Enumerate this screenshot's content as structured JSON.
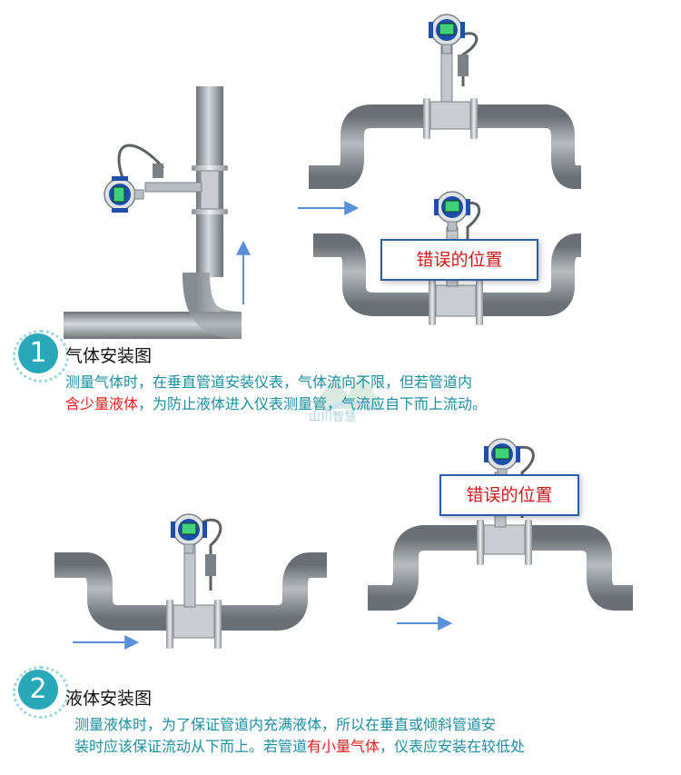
{
  "section1": {
    "number": "1",
    "title": "气体安装图",
    "line1": "测量气体时，在垂直管道安装仪表，气体流向不限，但若管道内",
    "line2_highlight": "含少量液体",
    "line2_rest": "，为防止液体进入仪表测量管，气流应自下而上流动。"
  },
  "section2": {
    "number": "2",
    "title": "液体安装图",
    "line1": "测量液体时，为了保证管道内充满液体，所以在垂直或倾斜管道安",
    "line2_start": "装时应该保证流动从下而上。若管道",
    "line2_highlight": "有小量气体",
    "line2_rest": "，仪表应安装在较低处"
  },
  "labels": {
    "error_top": "错误的位置",
    "error_bottom": "错误的位置"
  },
  "watermark": "山川智慧",
  "colors": {
    "teal_text": "#1c8fa0",
    "highlight": "#e02020",
    "arrow": "#5b8fd8",
    "pipe": "#8f959b",
    "transmitter": "#1f4fa8"
  }
}
